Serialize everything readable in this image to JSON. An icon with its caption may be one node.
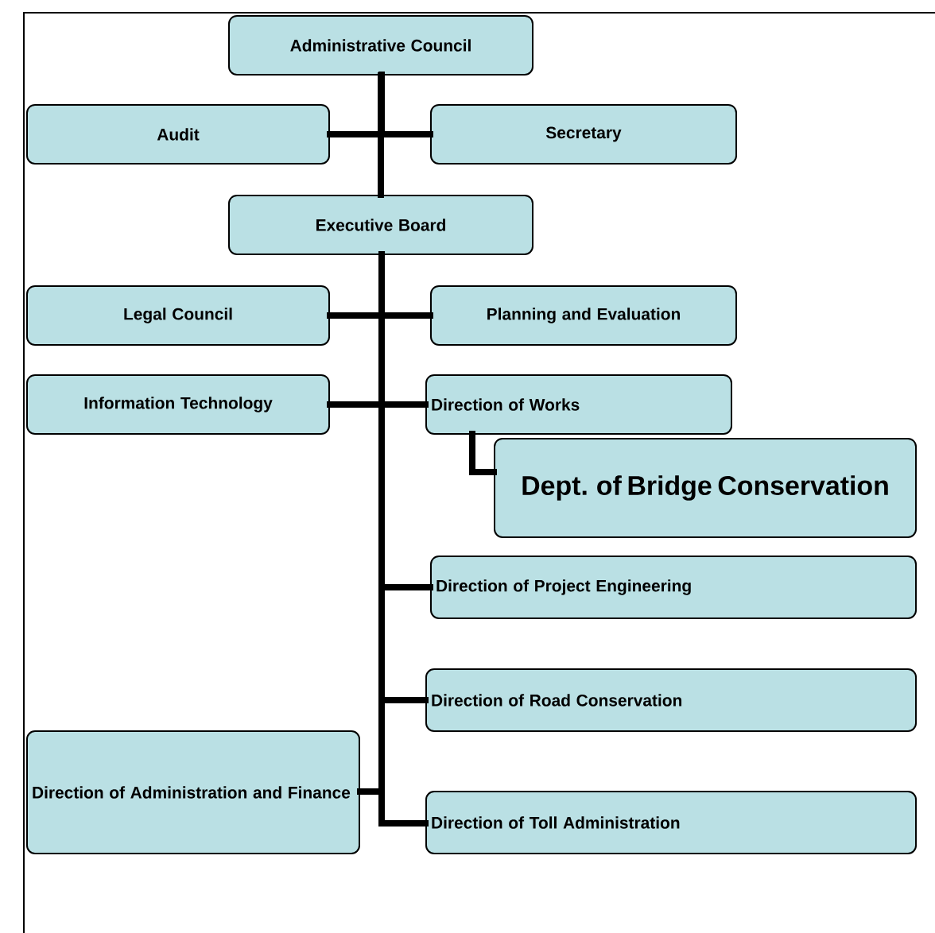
{
  "diagram": {
    "nodes": [
      {
        "text": [
          "Administrative Council"
        ]
      },
      {
        "text": [
          "Audit"
        ]
      },
      {
        "text": [
          "Secretary"
        ]
      },
      {
        "text": [
          "Executive Board"
        ]
      },
      {
        "text": [
          "Legal Council"
        ]
      },
      {
        "text": [
          "Planning and Evaluation"
        ]
      },
      {
        "text": [
          "Information Technology"
        ]
      },
      {
        "text": [
          "Direction of Works"
        ]
      },
      {
        "text": [
          "Dept. of Bridge Conservation"
        ]
      },
      {
        "text": [
          "Direction of Project Engineering"
        ]
      },
      {
        "text": [
          "Direction of Road Conservation"
        ]
      },
      {
        "text": [
          "Direction of Administration and Finance"
        ]
      },
      {
        "text": [
          "Direction of Toll Administration"
        ]
      }
    ],
    "edges": [
      {
        "from": 0,
        "to": 1,
        "arrow": "none"
      },
      {
        "from": 0,
        "to": 2,
        "arrow": "none"
      },
      {
        "from": 0,
        "to": 3,
        "arrow": "none"
      },
      {
        "from": 3,
        "to": 4,
        "arrow": "none"
      },
      {
        "from": 3,
        "to": 5,
        "arrow": "none"
      },
      {
        "from": 3,
        "to": 6,
        "arrow": "none"
      },
      {
        "from": 3,
        "to": 7,
        "arrow": "none"
      },
      {
        "from": 7,
        "to": 8,
        "arrow": "none"
      },
      {
        "from": 3,
        "to": 9,
        "arrow": "none"
      },
      {
        "from": 3,
        "to": 10,
        "arrow": "none"
      },
      {
        "from": 3,
        "to": 11,
        "arrow": "none"
      },
      {
        "from": 3,
        "to": 12,
        "arrow": "none"
      }
    ]
  }
}
